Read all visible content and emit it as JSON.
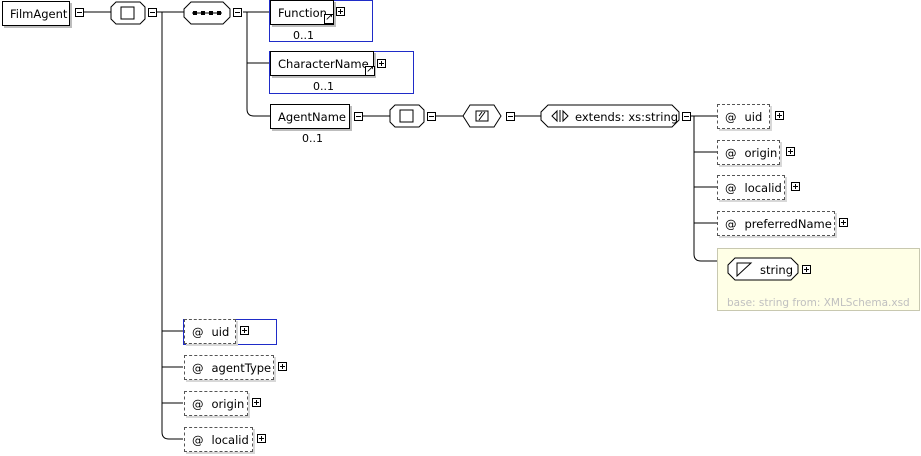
{
  "root": {
    "label": "FilmAgent"
  },
  "children": {
    "function": {
      "label": "Function",
      "card": "0..1"
    },
    "character_name": {
      "label": "CharacterName",
      "card": "0..1"
    },
    "agent_name": {
      "label": "AgentName",
      "card": "0..1"
    }
  },
  "extension": {
    "label": "extends: xs:string"
  },
  "ext_attributes": [
    {
      "at": "@",
      "label": "uid"
    },
    {
      "at": "@",
      "label": "origin"
    },
    {
      "at": "@",
      "label": "localid"
    },
    {
      "at": "@",
      "label": "preferredName"
    }
  ],
  "simple_type": {
    "label": "string",
    "base_note": "base: string from: XMLSchema.xsd"
  },
  "root_attributes": [
    {
      "at": "@",
      "label": "uid"
    },
    {
      "at": "@",
      "label": "agentType"
    },
    {
      "at": "@",
      "label": "origin"
    },
    {
      "at": "@",
      "label": "localid"
    }
  ]
}
